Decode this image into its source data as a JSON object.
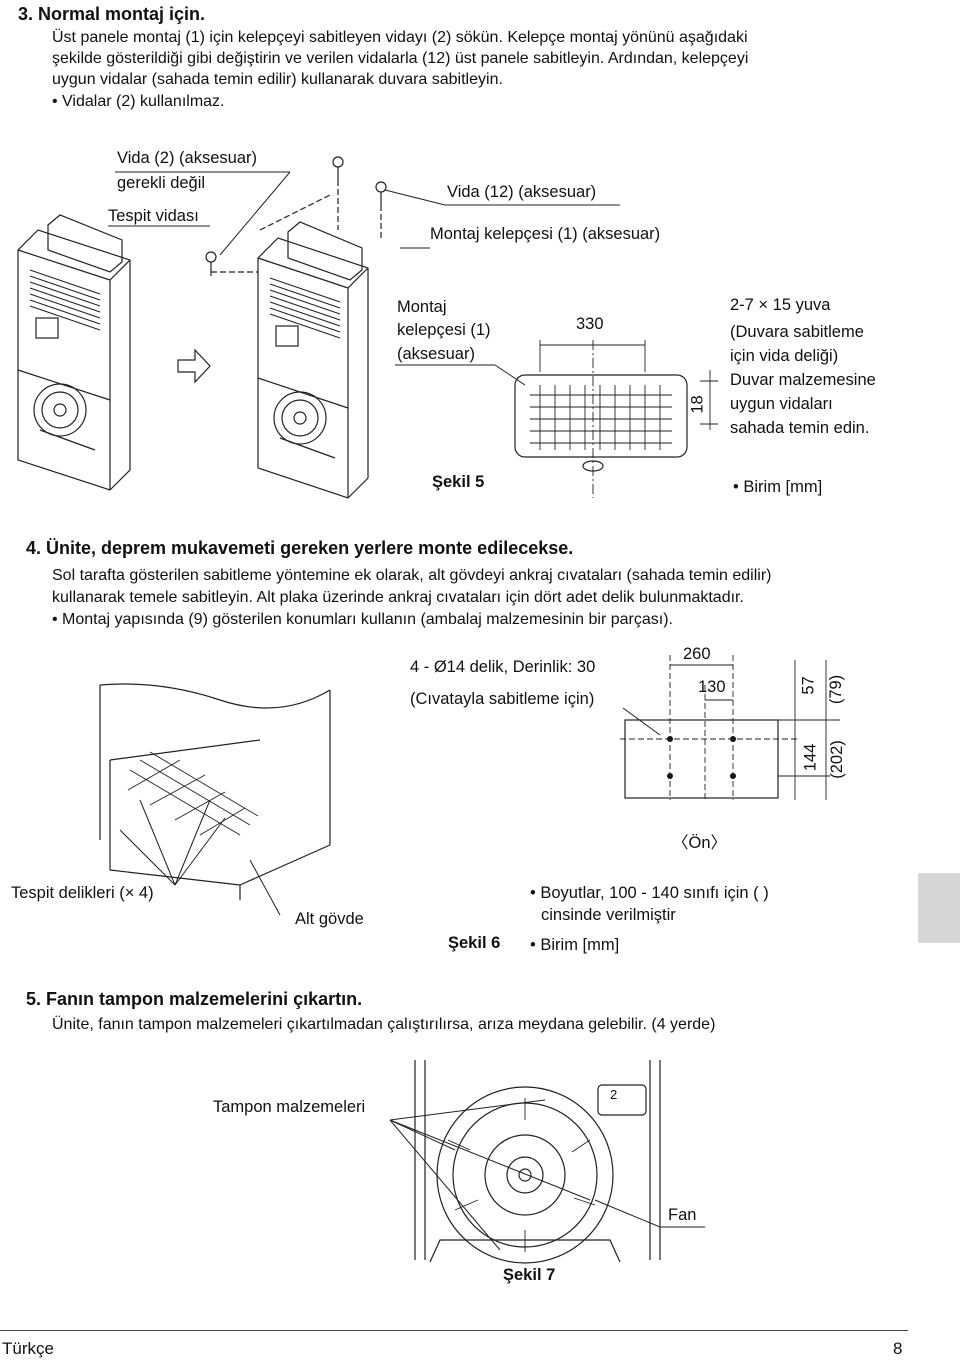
{
  "s3": {
    "heading": "3. Normal montaj için.",
    "line1": "Üst panele montaj (1) için kelepçeyi sabitleyen vidayı (2) sökün. Kelepçe montaj yönünü aşağıdaki",
    "line2": "şekilde gösterildiği gibi değiştirin ve verilen vidalarla (12) üst panele sabitleyin. Ardından, kelepçeyi",
    "line3": "uygun vidalar (sahada temin edilir) kullanarak duvara sabitleyin.",
    "bullet": "Vidalar (2) kullanılmaz."
  },
  "fig5": {
    "vida2_a": "Vida (2) (aksesuar)",
    "vida2_b": "gerekli değil",
    "tespit": "Tespit vidası",
    "vida12": "Vida (12) (aksesuar)",
    "kelepce": "Montaj kelepçesi (1) (aksesuar)",
    "montaj_a": "Montaj",
    "montaj_b": "kelepçesi (1)",
    "montaj_c": "(aksesuar)",
    "dim330": "330",
    "dim18": "18",
    "yuva1": "2-7 × 15 yuva",
    "yuva2": "(Duvara sabitleme",
    "yuva3": "için vida deliği)",
    "yuva4": "Duvar malzemesine",
    "yuva5": "uygun vidaları",
    "yuva6": "sahada temin edin.",
    "caption": "Şekil 5",
    "birim": "Birim [mm]"
  },
  "s4": {
    "heading": "4. Ünite, deprem mukavemeti gereken yerlere monte edilecekse.",
    "line1": "Sol tarafta gösterilen sabitleme yöntemine ek olarak, alt gövdeyi ankraj cıvataları (sahada temin edilir)",
    "line2": "kullanarak temele sabitleyin. Alt plaka üzerinde ankraj cıvataları için dört adet delik bulunmaktadır.",
    "bullet": "Montaj yapısında (9) gösterilen konumları kullanın (ambalaj malzemesinin bir parçası)."
  },
  "fig6": {
    "delik": "4 - Ø14 delik, Derinlik: 30",
    "civata": "(Cıvatayla sabitleme için)",
    "d260": "260",
    "d130": "130",
    "d57": "57",
    "d79": "(79)",
    "d144": "144",
    "d202": "(202)",
    "on": "〈Ön〉",
    "tespit_delikleri": "Tespit delikleri (× 4)",
    "alt_govde": "Alt gövde",
    "boyut1": "Boyutlar, 100 - 140 sınıfı için (      )",
    "boyut2": "cinsinde verilmiştir",
    "caption": "Şekil 6",
    "birim": "Birim [mm]"
  },
  "s5": {
    "heading": "5. Fanın tampon malzemelerini çıkartın.",
    "line1": "Ünite, fanın tampon malzemeleri çıkartılmadan çalıştırılırsa, arıza meydana gelebilir. (4 yerde)"
  },
  "fig7": {
    "tampon": "Tampon malzemeleri",
    "fan": "Fan",
    "box": "2",
    "caption": "Şekil 7"
  },
  "footer": {
    "lang": "Türkçe",
    "page": "8"
  }
}
